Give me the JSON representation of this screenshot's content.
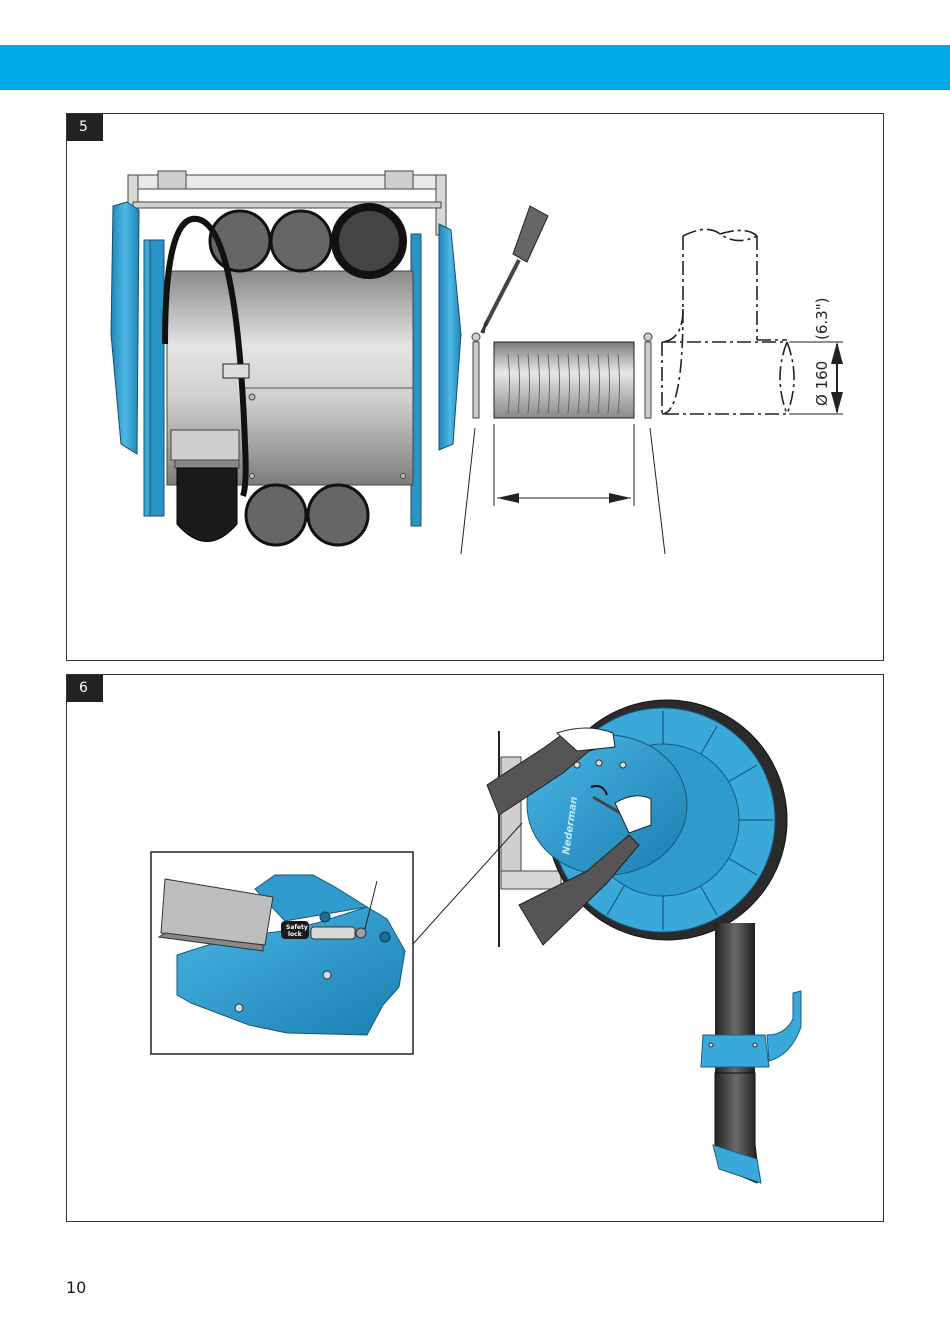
{
  "page": {
    "number": "10"
  },
  "figures": [
    {
      "label": "5",
      "dimension": {
        "metric": "Ø 160",
        "imperial": "(6.3\")"
      }
    },
    {
      "label": "6",
      "decal": {
        "line1": "Safety",
        "line2": "lock"
      },
      "brand": "Nederman"
    }
  ],
  "colors": {
    "accent": "#00a9e8",
    "reel_blue": "#3aa8d8",
    "hose": "#2b2b2b"
  }
}
